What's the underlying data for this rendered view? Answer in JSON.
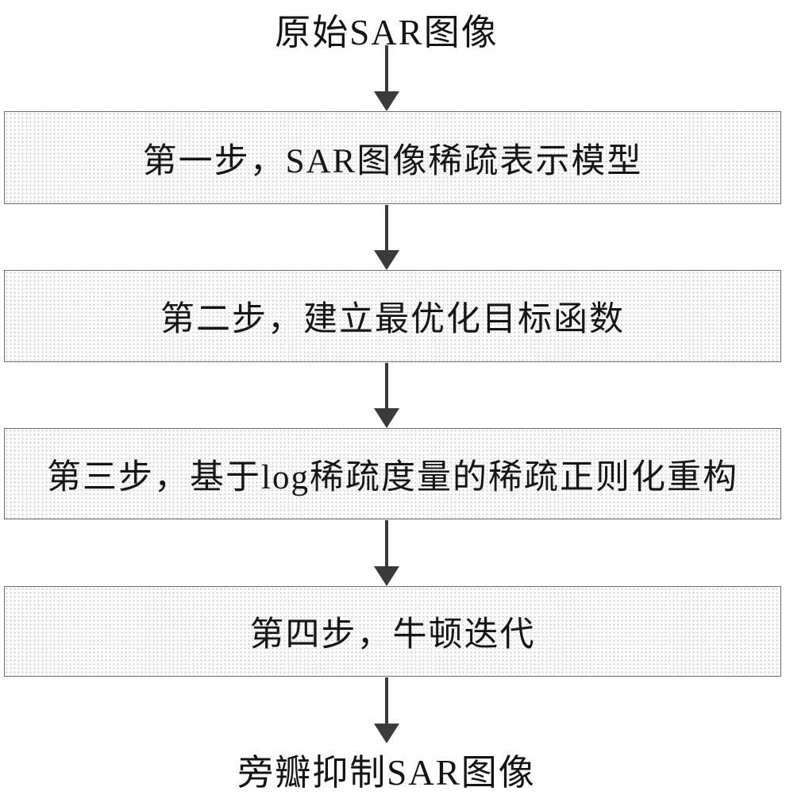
{
  "diagram": {
    "title": "原始SAR图像",
    "steps": [
      {
        "label": "第一步，SAR图像稀疏表示模型"
      },
      {
        "label": "第二步，建立最优化目标函数"
      },
      {
        "label": "第三步，基于log稀疏度量的稀疏正则化重构"
      },
      {
        "label": "第四步，牛顿迭代"
      }
    ],
    "result": "旁瓣抑制SAR图像",
    "colors": {
      "box_fill": "#fbfbfb",
      "box_dot_pattern": "#c9c9c9",
      "box_border": "#6e6e6e",
      "arrow": "#3a3a3a",
      "text": "#161616",
      "background": "#ffffff"
    },
    "arrow_icon": "down-arrow",
    "flow_direction": "top-to-bottom"
  }
}
